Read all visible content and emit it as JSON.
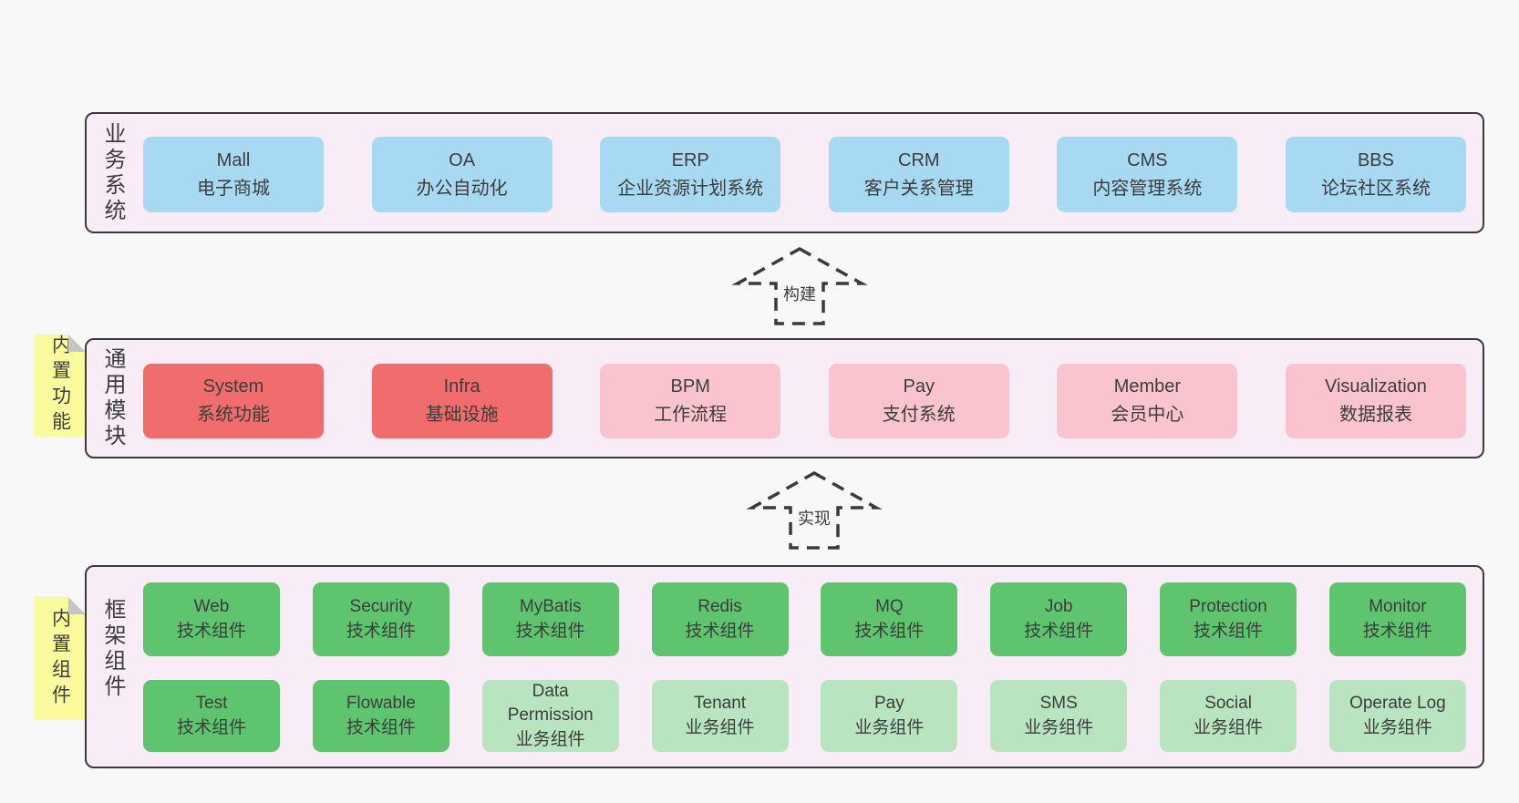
{
  "colors": {
    "page_bg": "#f8f8f8",
    "container_bg": "#f8edf6",
    "border": "#3b3b3b",
    "text": "#3d3d3d",
    "blue": "#a7d9f2",
    "red": "#f16c6c",
    "pink": "#fac4cf",
    "green_dark": "#5ec46e",
    "green_light": "#b8e4c0",
    "yellow": "#fbfb9e"
  },
  "layers": {
    "business": {
      "label": "业务系统",
      "boxes": [
        {
          "name": "Mall",
          "desc": "电子商城"
        },
        {
          "name": "OA",
          "desc": "办公自动化"
        },
        {
          "name": "ERP",
          "desc": "企业资源计划系统"
        },
        {
          "name": "CRM",
          "desc": "客户关系管理"
        },
        {
          "name": "CMS",
          "desc": "内容管理系统"
        },
        {
          "name": "BBS",
          "desc": "论坛社区系统"
        }
      ]
    },
    "modules": {
      "label": "通用模块",
      "tag": "内置功能",
      "boxes": [
        {
          "name": "System",
          "desc": "系统功能",
          "variant": "red"
        },
        {
          "name": "Infra",
          "desc": "基础设施",
          "variant": "red"
        },
        {
          "name": "BPM",
          "desc": "工作流程",
          "variant": "pink"
        },
        {
          "name": "Pay",
          "desc": "支付系统",
          "variant": "pink"
        },
        {
          "name": "Member",
          "desc": "会员中心",
          "variant": "pink"
        },
        {
          "name": "Visualization",
          "desc": "数据报表",
          "variant": "pink"
        }
      ]
    },
    "framework": {
      "label": "框架组件",
      "tag": "内置组件",
      "rows": [
        [
          {
            "name": "Web",
            "desc": "技术组件",
            "variant": "green_dark"
          },
          {
            "name": "Security",
            "desc": "技术组件",
            "variant": "green_dark"
          },
          {
            "name": "MyBatis",
            "desc": "技术组件",
            "variant": "green_dark"
          },
          {
            "name": "Redis",
            "desc": "技术组件",
            "variant": "green_dark"
          },
          {
            "name": "MQ",
            "desc": "技术组件",
            "variant": "green_dark"
          },
          {
            "name": "Job",
            "desc": "技术组件",
            "variant": "green_dark"
          },
          {
            "name": "Protection",
            "desc": "技术组件",
            "variant": "green_dark"
          },
          {
            "name": "Monitor",
            "desc": "技术组件",
            "variant": "green_dark"
          }
        ],
        [
          {
            "name": "Test",
            "desc": "技术组件",
            "variant": "green_dark"
          },
          {
            "name": "Flowable",
            "desc": "技术组件",
            "variant": "green_dark"
          },
          {
            "name": "Data Permission",
            "desc": "业务组件",
            "variant": "green_light"
          },
          {
            "name": "Tenant",
            "desc": "业务组件",
            "variant": "green_light"
          },
          {
            "name": "Pay",
            "desc": "业务组件",
            "variant": "green_light"
          },
          {
            "name": "SMS",
            "desc": "业务组件",
            "variant": "green_light"
          },
          {
            "name": "Social",
            "desc": "业务组件",
            "variant": "green_light"
          },
          {
            "name": "Operate Log",
            "desc": "业务组件",
            "variant": "green_light"
          }
        ]
      ]
    }
  },
  "arrows": [
    {
      "label": "构建"
    },
    {
      "label": "实现"
    }
  ]
}
